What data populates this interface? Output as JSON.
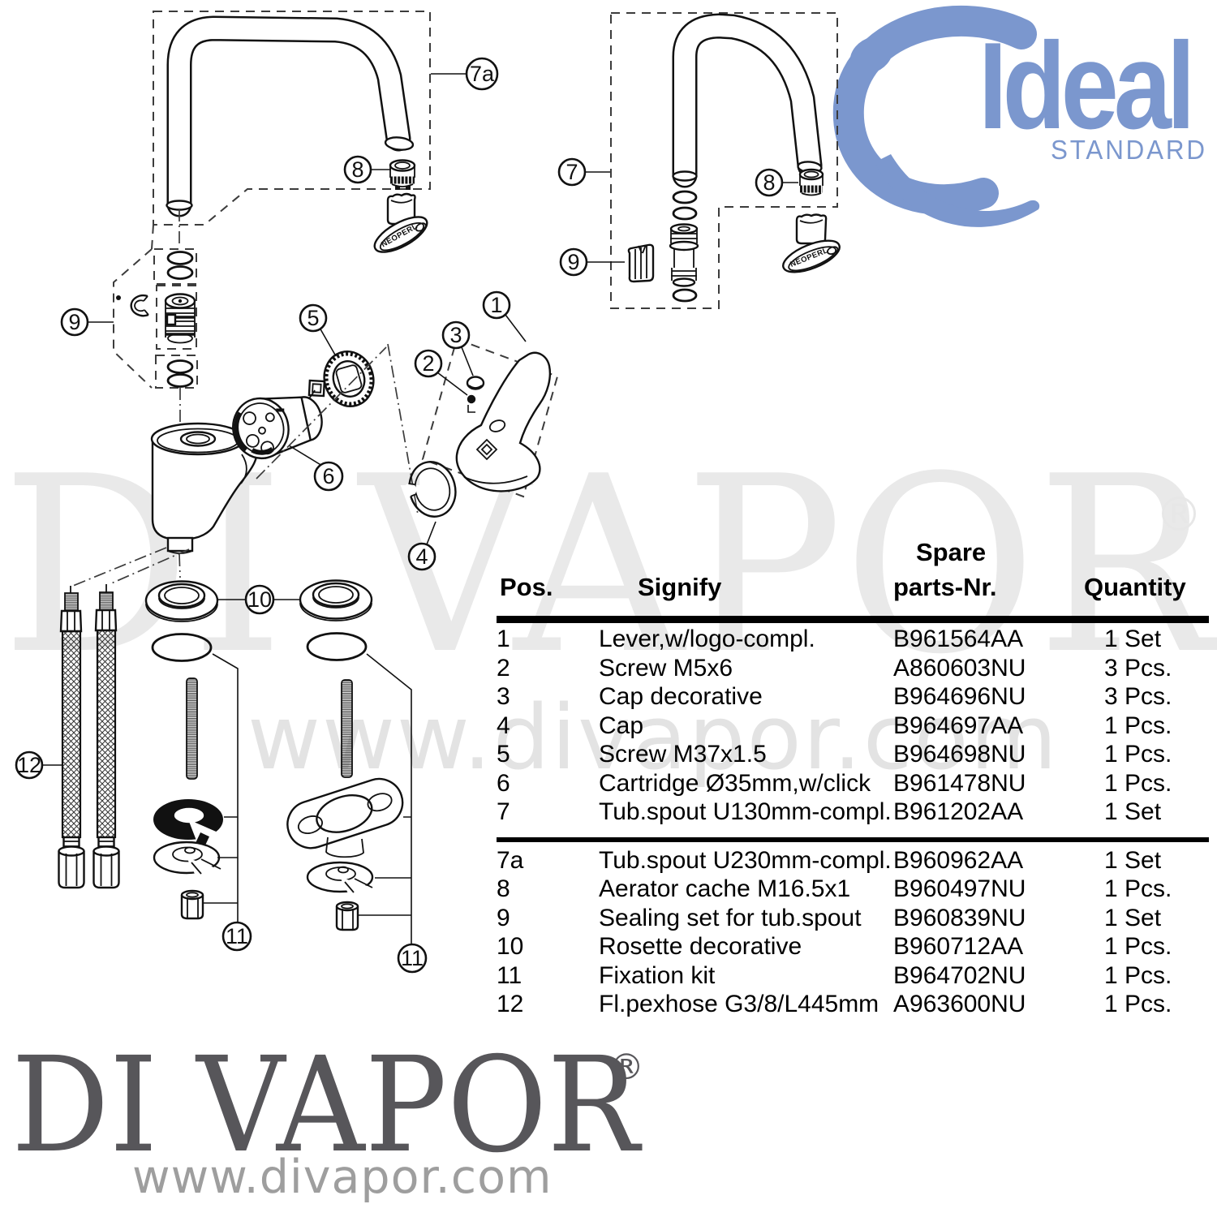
{
  "brand": {
    "word_ideal": "Ideal",
    "word_standard": "STANDARD",
    "blue": "#7b97ce"
  },
  "watermarks": {
    "big_text": "DI VAPOR",
    "registered": "®",
    "url": "www.divapor.com"
  },
  "footer": {
    "logo_text": "DI VAPOR",
    "registered": "®",
    "url": "www.divapor.com"
  },
  "diagram": {
    "part_brand_text": "NEOPERL",
    "callouts": [
      {
        "label": "7a"
      },
      {
        "label": "8"
      },
      {
        "label": "7"
      },
      {
        "label": "8"
      },
      {
        "label": "9"
      },
      {
        "label": "9"
      },
      {
        "label": "5"
      },
      {
        "label": "6"
      },
      {
        "label": "1"
      },
      {
        "label": "3"
      },
      {
        "label": "2"
      },
      {
        "label": "4"
      },
      {
        "label": "10"
      },
      {
        "label": "12"
      },
      {
        "label": "11"
      },
      {
        "label": "11"
      }
    ]
  },
  "table": {
    "headers": {
      "pos": "Pos.",
      "signify": "Signify",
      "spare_line1": "Spare",
      "spare_line2": "parts-Nr.",
      "quantity": "Quantity"
    },
    "rows": [
      {
        "pos": "1",
        "signify": "Lever,w/logo-compl.",
        "nr": "B961564AA",
        "qty": "1 Set"
      },
      {
        "pos": "2",
        "signify": "Screw M5x6",
        "nr": "A860603NU",
        "qty": "3 Pcs."
      },
      {
        "pos": "3",
        "signify": "Cap decorative",
        "nr": "B964696NU",
        "qty": "3 Pcs."
      },
      {
        "pos": "4",
        "signify": "Cap",
        "nr": "B964697AA",
        "qty": "1 Pcs."
      },
      {
        "pos": "5",
        "signify": "Screw M37x1.5",
        "nr": "B964698NU",
        "qty": "1 Pcs."
      },
      {
        "pos": "6",
        "signify": "Cartridge Ø35mm,w/click",
        "nr": "B961478NU",
        "qty": "1 Pcs."
      },
      {
        "pos": "7",
        "signify": "Tub.spout U130mm-compl.",
        "nr": "B961202AA",
        "qty": "1 Set"
      },
      {
        "pos": "7a",
        "signify": "Tub.spout U230mm-compl.",
        "nr": "B960962AA",
        "qty": "1 Set"
      },
      {
        "pos": "8",
        "signify": "Aerator cache M16.5x1",
        "nr": "B960497NU",
        "qty": "1 Pcs."
      },
      {
        "pos": "9",
        "signify": "Sealing set for tub.spout",
        "nr": "B960839NU",
        "qty": "1 Set"
      },
      {
        "pos": "10",
        "signify": "Rosette decorative",
        "nr": "B960712AA",
        "qty": "1 Pcs."
      },
      {
        "pos": "11",
        "signify": "Fixation kit",
        "nr": "B964702NU",
        "qty": "1 Pcs."
      },
      {
        "pos": "12",
        "signify": "Fl.pexhose G3/8/L445mm",
        "nr": "A963600NU",
        "qty": "1 Pcs."
      }
    ],
    "gap_after_pos": "7"
  }
}
